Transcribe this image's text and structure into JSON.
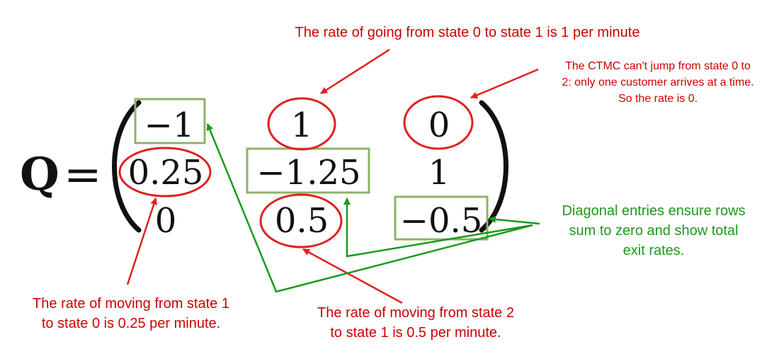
{
  "equation": {
    "symbol": "Q",
    "equals": "=",
    "matrix": [
      [
        "−1",
        "1",
        "0"
      ],
      [
        "0.25",
        "−1.25",
        "1"
      ],
      [
        "0",
        "0.5",
        "−0.5"
      ]
    ]
  },
  "annotations": {
    "top_center": "The rate of going from state 0 to state 1 is 1 per minute",
    "top_right": [
      "The CTMC can't jump from state 0 to",
      "2: only one customer arrives at a time.",
      "So the rate is 0."
    ],
    "right": [
      "Diagonal entries ensure rows",
      "sum to zero and show total",
      "exit rates."
    ],
    "bottom_left": [
      "The rate of moving from state 1",
      "to state 0 is 0.25 per minute."
    ],
    "bottom_center": [
      "The rate of moving from state 2",
      "to state 1 is 0.5 per minute."
    ]
  },
  "colors": {
    "annotation_red": "#cc0000",
    "annotation_green": "#1a9a1a",
    "box_green": "#8cb369",
    "ellipse_red": "#e02020",
    "text_black": "#111111"
  }
}
